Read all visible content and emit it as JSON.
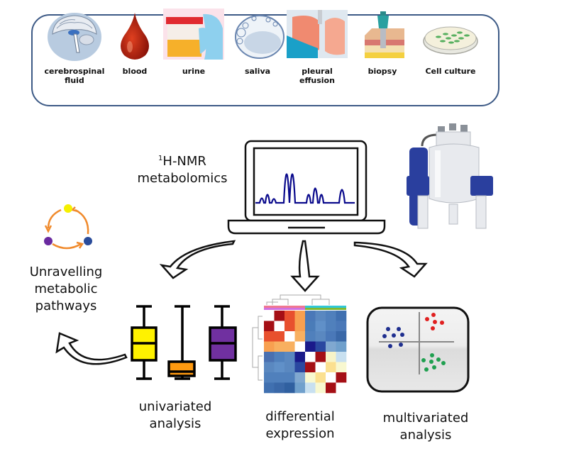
{
  "samples": [
    {
      "id": "csf",
      "label_lines": [
        "cerebrospinal",
        "fluid"
      ],
      "icon": "brain-icon"
    },
    {
      "id": "blood",
      "label_lines": [
        "blood"
      ],
      "icon": "blood-drop-icon"
    },
    {
      "id": "urine",
      "label_lines": [
        "urine"
      ],
      "icon": "urine-cup-icon"
    },
    {
      "id": "saliva",
      "label_lines": [
        "saliva"
      ],
      "icon": "saliva-bubbles-icon"
    },
    {
      "id": "pleural",
      "label_lines": [
        "pleural",
        "effusion"
      ],
      "icon": "lungs-icon"
    },
    {
      "id": "biopsy",
      "label_lines": [
        "biopsy"
      ],
      "icon": "biopsy-needle-icon"
    },
    {
      "id": "cell",
      "label_lines": [
        "Cell culture"
      ],
      "icon": "petri-dish-icon"
    }
  ],
  "nmr": {
    "superscript": "1",
    "title_line1": "H-NMR",
    "title_line2": "metabolomics"
  },
  "pathways": {
    "line1": "Unravelling",
    "line2": "metabolic",
    "line3": "pathways"
  },
  "univariate": {
    "line1": "univariated",
    "line2": "analysis"
  },
  "differential": {
    "line1": "differential",
    "line2": "expression"
  },
  "multivariate": {
    "line1": "multivariated",
    "line2": "analysis"
  },
  "colors": {
    "box_border": "#3d5a86",
    "spectrum": "#0a0a8c",
    "pathway_arrow": "#f08a2c",
    "node_yellow": "#f5f000",
    "node_purple": "#6a2aa0",
    "node_blue": "#2a4c9a",
    "box_yellow": "#fff200",
    "box_orange": "#ff9a10",
    "box_purple": "#7030a0",
    "scatter_blue": "#1f2f8f",
    "scatter_red": "#e02020",
    "scatter_green": "#20a050",
    "magnet_blue": "#2a3f9e"
  }
}
